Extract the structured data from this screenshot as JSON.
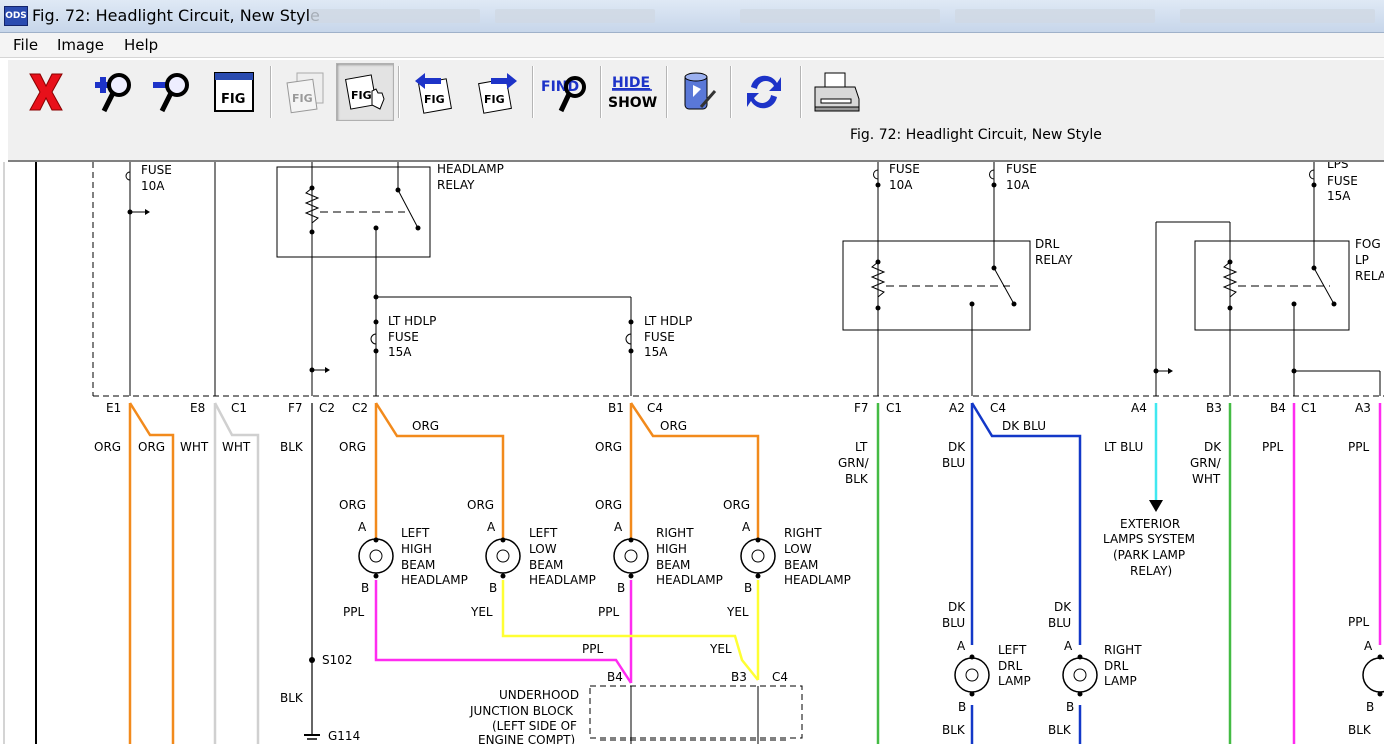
{
  "window": {
    "app_icon": "ODS",
    "title": "Fig. 72: Headlight Circuit, New Style"
  },
  "menu": {
    "items": [
      "File",
      "Image",
      "Help"
    ]
  },
  "toolbar": {
    "hide_label": "HIDE",
    "show_label": "SHOW",
    "find_label": "FIND",
    "fig_label": "FIG"
  },
  "figure_caption": "Fig. 72: Headlight Circuit, New Style",
  "diagram": {
    "fuse_top_left": [
      "FUSE",
      "10A"
    ],
    "headlamp_relay": [
      "HEADLAMP",
      "RELAY"
    ],
    "lt_hdlp_fuse_1": [
      "LT HDLP",
      "FUSE",
      "15A"
    ],
    "lt_hdlp_fuse_2": [
      "LT HDLP",
      "FUSE",
      "15A"
    ],
    "fuse_mid_1": [
      "FUSE",
      "10A"
    ],
    "fuse_mid_2": [
      "FUSE",
      "10A"
    ],
    "drl_relay": [
      "DRL",
      "RELAY"
    ],
    "lps_fuse": [
      "LPS",
      "FUSE",
      "15A"
    ],
    "fog_relay": [
      "FOG",
      "LP",
      "RELAY"
    ],
    "connectors": {
      "e1": "E1",
      "e8": "E8",
      "c1a": "C1",
      "f7a": "F7",
      "c2a": "C2",
      "c2b": "C2",
      "b1": "B1",
      "c4a": "C4",
      "f7b": "F7",
      "c1b": "C1",
      "a2": "A2",
      "c4b": "C4",
      "a4": "A4",
      "b3": "B3",
      "b4": "B4",
      "c1c": "C1",
      "a3": "A3",
      "b4b": "B4",
      "b3b": "B3",
      "c4c": "C4"
    },
    "wires": {
      "org": "ORG",
      "wht": "WHT",
      "blk": "BLK",
      "ppl": "PPL",
      "yel": "YEL",
      "lt_grn_blk": [
        "LT",
        "GRN/",
        "BLK"
      ],
      "dk_blu": [
        "DK",
        "BLU"
      ],
      "dk_blu_inline": "DK BLU",
      "lt_blu": "LT BLU",
      "dk_grn_wht": [
        "DK",
        "GRN/",
        "WHT"
      ]
    },
    "lamps": {
      "left_high": [
        "LEFT",
        "HIGH",
        "BEAM",
        "HEADLAMP"
      ],
      "left_low": [
        "LEFT",
        "LOW",
        "BEAM",
        "HEADLAMP"
      ],
      "right_high": [
        "RIGHT",
        "HIGH",
        "BEAM",
        "HEADLAMP"
      ],
      "right_low": [
        "RIGHT",
        "LOW",
        "BEAM",
        "HEADLAMP"
      ],
      "left_drl": [
        "LEFT",
        "DRL",
        "LAMP"
      ],
      "right_drl": [
        "RIGHT",
        "DRL",
        "LAMP"
      ],
      "pin_a": "A",
      "pin_b": "B"
    },
    "exterior_lamps": [
      "EXTERIOR",
      "LAMPS SYSTEM",
      "(PARK LAMP",
      "RELAY)"
    ],
    "junction_block": [
      "UNDERHOOD",
      "JUNCTION BLOCK",
      "(LEFT SIDE OF",
      "ENGINE COMPT)"
    ],
    "s102": "S102",
    "g114": "G114"
  },
  "colors": {
    "org": "#f28a1c",
    "wht": "#d0d0d0",
    "blk": "#000000",
    "ppl": "#ff2cf0",
    "yel": "#ffff33",
    "grn": "#44bb44",
    "dkblu": "#1338c8",
    "ltblu": "#40e8f0"
  }
}
